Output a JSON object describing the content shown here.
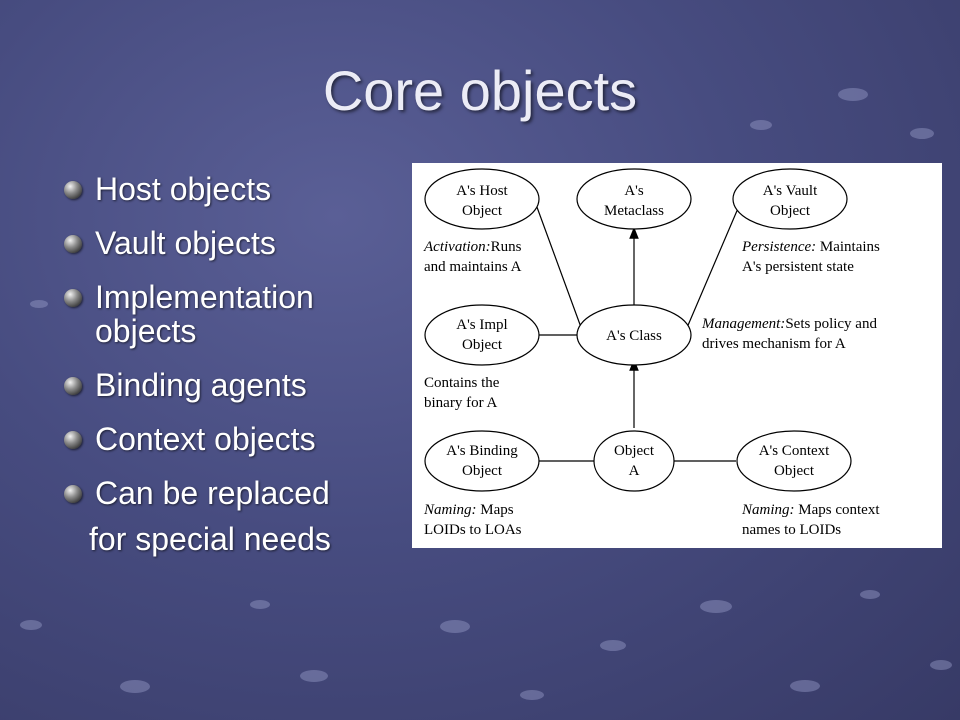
{
  "slide": {
    "title": "Core objects",
    "bullets": [
      "Host objects",
      "Vault objects",
      "Implementation objects",
      "Binding agents",
      "Context objects",
      "Can be replaced"
    ],
    "continuation": "for special needs"
  },
  "diagram": {
    "nodes": [
      {
        "id": "host",
        "lines": [
          "A's Host",
          "Object"
        ]
      },
      {
        "id": "metaclass",
        "lines": [
          "A's",
          "Metaclass"
        ]
      },
      {
        "id": "vault",
        "lines": [
          "A's Vault",
          "Object"
        ]
      },
      {
        "id": "impl",
        "lines": [
          "A's Impl",
          "Object"
        ]
      },
      {
        "id": "class",
        "lines": [
          "A's Class"
        ]
      },
      {
        "id": "binding",
        "lines": [
          "A's Binding",
          "Object"
        ]
      },
      {
        "id": "objecta",
        "lines": [
          "Object",
          "A"
        ]
      },
      {
        "id": "context",
        "lines": [
          "A's Context",
          "Object"
        ]
      }
    ],
    "edges": [
      {
        "from": "class",
        "to": "metaclass",
        "arrow": true
      },
      {
        "from": "objecta",
        "to": "class",
        "arrow": true
      },
      {
        "from": "host",
        "to": "class",
        "arrow": false
      },
      {
        "from": "vault",
        "to": "class",
        "arrow": false
      },
      {
        "from": "impl",
        "to": "class",
        "arrow": false
      },
      {
        "from": "binding",
        "to": "objecta",
        "arrow": false
      },
      {
        "from": "objecta",
        "to": "context",
        "arrow": false
      }
    ],
    "annotations": [
      {
        "id": "activation",
        "italic": "Activation:",
        "rest": "Runs",
        "line2": "and maintains A"
      },
      {
        "id": "persistence",
        "italic": "Persistence:",
        "rest": " Maintains",
        "line2": "A's persistent state"
      },
      {
        "id": "management",
        "italic": "Management:",
        "rest": "Sets policy and",
        "line2": "drives mechanism for A"
      },
      {
        "id": "contains",
        "italic": "",
        "rest": "Contains the",
        "line2": "binary for A"
      },
      {
        "id": "naming-binding",
        "italic": "Naming:",
        "rest": " Maps",
        "line2": "LOIDs to LOAs"
      },
      {
        "id": "naming-context",
        "italic": "Naming:",
        "rest": " Maps context",
        "line2": "names to LOIDs"
      }
    ]
  }
}
